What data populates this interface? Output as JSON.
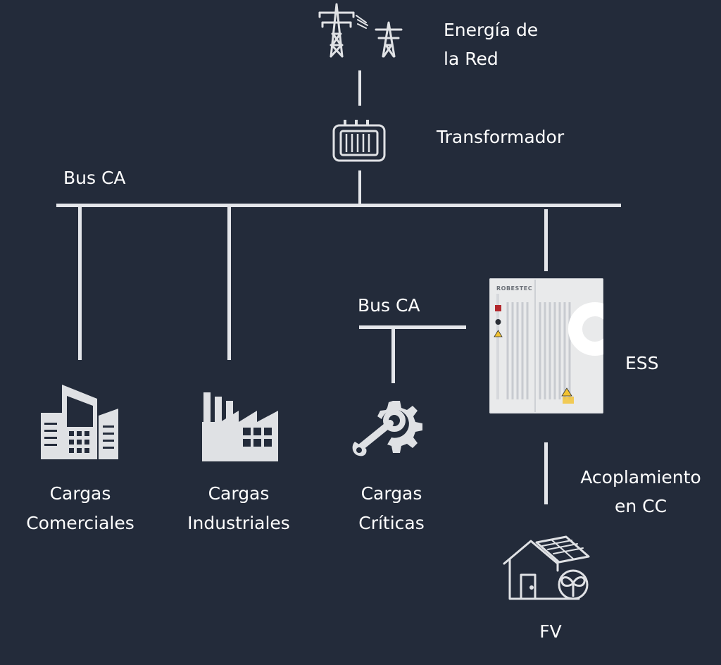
{
  "grid": {
    "label_line1": "Energía de",
    "label_line2": "la Red",
    "icon": "transmission-tower-icon"
  },
  "transformer": {
    "label": "Transformador",
    "icon": "transformer-icon"
  },
  "main_bus": {
    "label": "Bus CA"
  },
  "critical_bus": {
    "label": "Bus CA"
  },
  "ess": {
    "label": "ESS",
    "brand": "ROBESTEC",
    "image": "battery-cabinet"
  },
  "loads": [
    {
      "line1": "Cargas",
      "line2": "Comerciales",
      "icon": "commercial-building-icon"
    },
    {
      "line1": "Cargas",
      "line2": "Industriales",
      "icon": "factory-icon"
    },
    {
      "line1": "Cargas",
      "line2": "Críticas",
      "icon": "gear-wrench-icon"
    }
  ],
  "dc_coupling": {
    "line1": "Acoplamiento",
    "line2": "en CC"
  },
  "pv": {
    "label": "FV",
    "icon": "solar-house-icon"
  },
  "colors": {
    "background": "#232b3a",
    "line": "#e4e6ea",
    "text": "#ffffff",
    "icon": "#e0e2e5"
  }
}
